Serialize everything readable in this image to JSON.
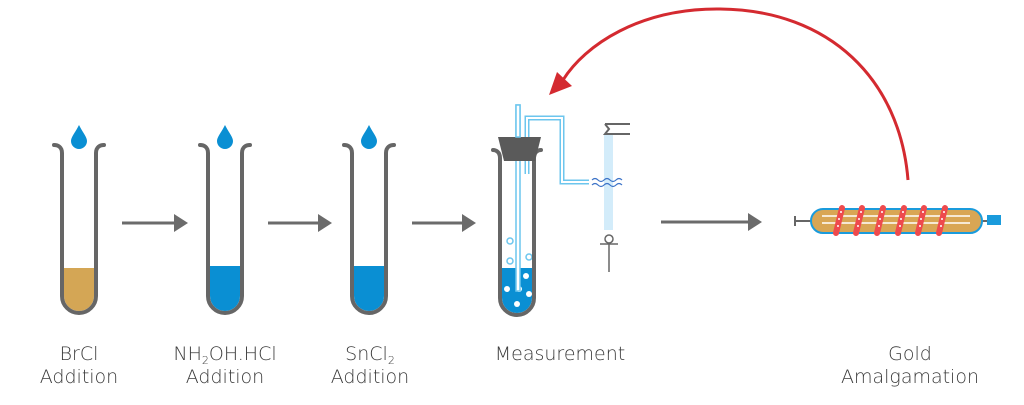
{
  "title": "Mercury analysis process flow",
  "colors": {
    "tube_stroke": "#666666",
    "brcl_liquid": "#d4a655",
    "reagent_liquid": "#0a8fd3",
    "drop": "#0a8fd3",
    "light_blue": "#6cc6ee",
    "stopper": "#5a5a5a",
    "arrow": "#6b6b6b",
    "return_arrow": "#d42a30",
    "gold_body": "#d9a654",
    "coil": "#ee4a4d",
    "connector": "#1a9bdc"
  },
  "steps": [
    {
      "id": "brcl",
      "line1": "BrCl",
      "line1_sub": "",
      "line1_after": "",
      "line2": "Addition"
    },
    {
      "id": "nh2oh",
      "line1": "NH",
      "line1_sub": "2",
      "line1_after": "OH.HCl",
      "line2": "Addition"
    },
    {
      "id": "sncl2",
      "line1": "SnCl",
      "line1_sub": "2",
      "line1_after": "",
      "line2": "Addition"
    },
    {
      "id": "measurement",
      "line1": "Measurement",
      "line1_sub": "",
      "line1_after": "",
      "line2": ""
    },
    {
      "id": "gold",
      "line1": "Gold",
      "line1_sub": "",
      "line1_after": "",
      "line2": "Amalgamation"
    }
  ],
  "icons": {
    "drop": "drop-icon",
    "test_tube": "test-tube-icon",
    "arrow": "arrow-right-icon",
    "return_arrow": "curved-arrow-icon",
    "amalgamation_tube": "gold-trap-icon"
  }
}
